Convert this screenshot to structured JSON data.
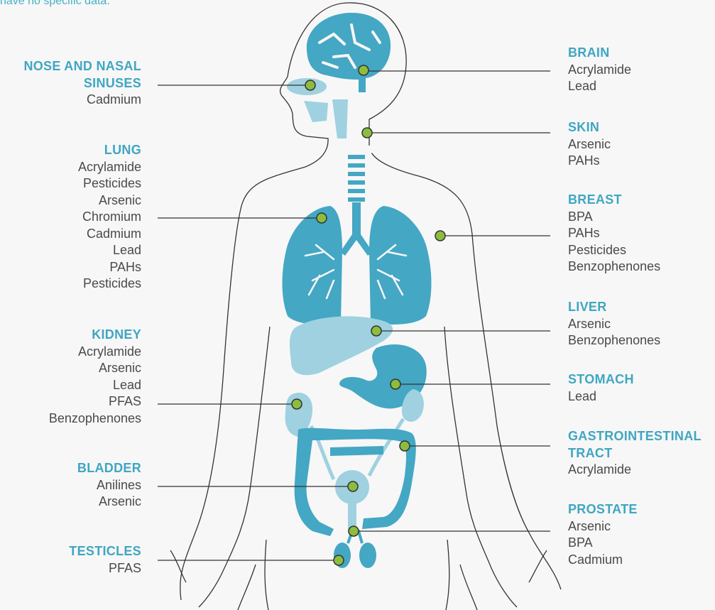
{
  "intro_text": "have no specific data.",
  "colors": {
    "organ_dark": "#44a7c4",
    "organ_light": "#9fd1e0",
    "marker": "#8cbd3f",
    "outline": "#333333",
    "heading": "#3fa6c2",
    "text": "#4a4a4a"
  },
  "left_labels": [
    {
      "key": "nose",
      "title_lines": [
        "NOSE AND NASAL",
        "SINUSES"
      ],
      "items": [
        "Cadmium"
      ]
    },
    {
      "key": "lung",
      "title_lines": [
        "LUNG"
      ],
      "items": [
        "Acrylamide",
        "Pesticides",
        "Arsenic",
        "Chromium",
        "Cadmium",
        "Lead",
        "PAHs",
        "Pesticides"
      ]
    },
    {
      "key": "kidney",
      "title_lines": [
        "KIDNEY"
      ],
      "items": [
        "Acrylamide",
        "Arsenic",
        "Lead",
        "PFAS",
        "Benzophenones"
      ]
    },
    {
      "key": "bladder",
      "title_lines": [
        "BLADDER"
      ],
      "items": [
        "Anilines",
        "Arsenic"
      ]
    },
    {
      "key": "testicles",
      "title_lines": [
        "TESTICLES"
      ],
      "items": [
        "PFAS"
      ]
    }
  ],
  "right_labels": [
    {
      "key": "brain",
      "title_lines": [
        "BRAIN"
      ],
      "items": [
        "Acrylamide",
        "Lead"
      ]
    },
    {
      "key": "skin",
      "title_lines": [
        "SKIN"
      ],
      "items": [
        "Arsenic",
        "PAHs"
      ]
    },
    {
      "key": "breast",
      "title_lines": [
        "BREAST"
      ],
      "items": [
        "BPA",
        "PAHs",
        "Pesticides",
        "Benzophenones"
      ]
    },
    {
      "key": "liver",
      "title_lines": [
        "LIVER"
      ],
      "items": [
        "Arsenic",
        "Benzophenones"
      ]
    },
    {
      "key": "stomach",
      "title_lines": [
        "STOMACH"
      ],
      "items": [
        "Lead"
      ]
    },
    {
      "key": "gi",
      "title_lines": [
        "GASTROINTESTINAL",
        "TRACT"
      ],
      "items": [
        "Acrylamide"
      ]
    },
    {
      "key": "prostate",
      "title_lines": [
        "PROSTATE"
      ],
      "items": [
        "Arsenic",
        "BPA",
        "Cadmium"
      ]
    }
  ]
}
